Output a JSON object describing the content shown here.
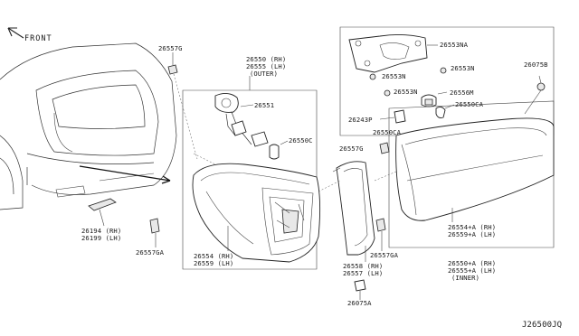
{
  "diagram": {
    "front_label": "FRONT",
    "diagram_code": "J26500JQ",
    "labels": {
      "p26557G_top": "26557G",
      "p26550_outer_1": "26550 (RH)",
      "p26550_outer_2": "26555 (LH)",
      "p26550_outer_3": "(OUTER)",
      "p26551": "26551",
      "p26550C": "26550C",
      "p26553NA": "26553NA",
      "p26553N_a": "26553N",
      "p26553N_b": "26553N",
      "p26553N_c": "26553N",
      "p26556M": "26556M",
      "p26550CA_a": "26550CA",
      "p26243P": "26243P",
      "p26550CA_b": "26550CA",
      "p26075B": "26075B",
      "p26557G_mid": "26557G",
      "p26194": "26194 (RH)",
      "p26199": "26199 (LH)",
      "p26557GA_left": "26557GA",
      "p26554_1": "26554 (RH)",
      "p26554_2": "26559 (LH)",
      "p26554A_1": "26554+A (RH)",
      "p26554A_2": "26559+A (LH)",
      "p26550A_1": "26550+A (RH)",
      "p26550A_2": "26555+A (LH)",
      "p26550A_3": "(INNER)",
      "p26558_1": "26558 (RH)",
      "p26558_2": "26557 (LH)",
      "p26557GA_right": "26557GA",
      "p26075A": "26075A"
    }
  }
}
